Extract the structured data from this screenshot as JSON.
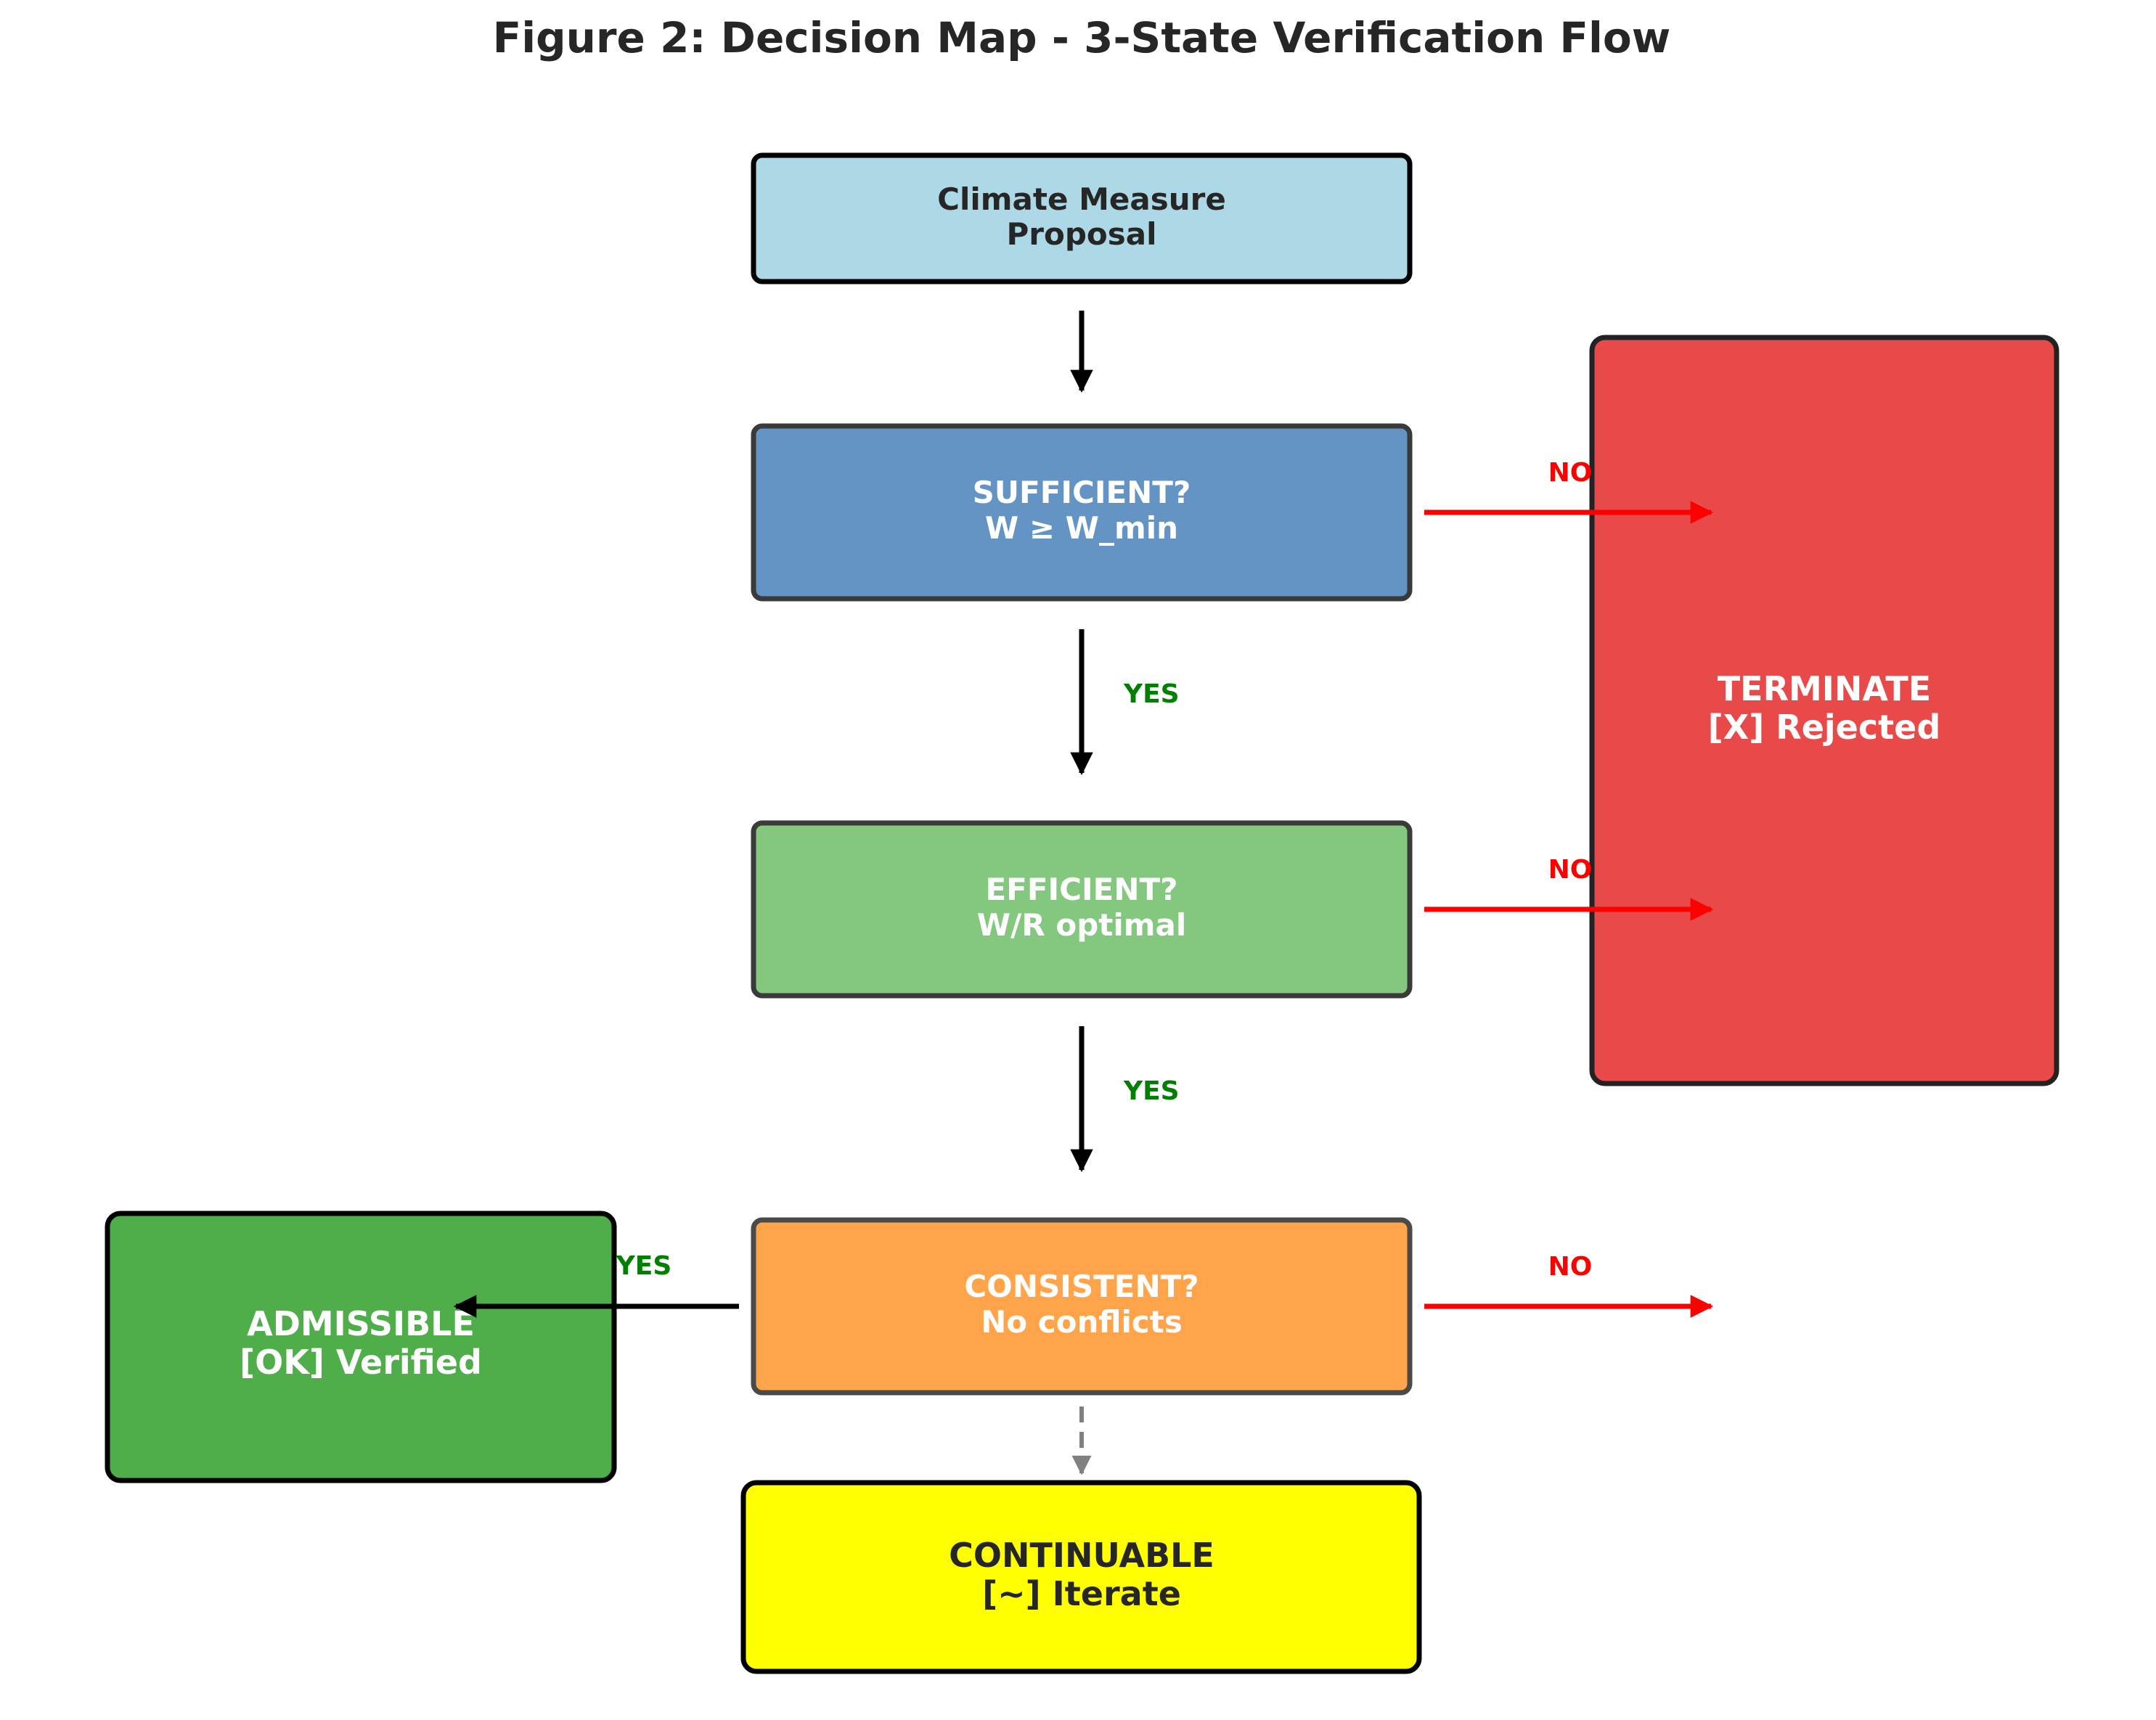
{
  "title": "Figure 2: Decision Map - 3-State Verification Flow",
  "colors": {
    "proposal": "#add8e6",
    "sufficient": "#6394c4",
    "efficient": "#84c77f",
    "consistent": "#ffa44a",
    "terminate": "#e84a4a",
    "admissible": "#4fae49",
    "continuable": "#ffff00",
    "yes": "#008000",
    "no": "#ff0000",
    "arrow": "#000000",
    "dashed": "#808080"
  },
  "nodes": {
    "proposal": {
      "line1": "Climate Measure",
      "line2": "Proposal"
    },
    "sufficient": {
      "line1": "SUFFICIENT?",
      "line2": "W ≥ W_min"
    },
    "efficient": {
      "line1": "EFFICIENT?",
      "line2": "W/R optimal"
    },
    "consistent": {
      "line1": "CONSISTENT?",
      "line2": "No conflicts"
    },
    "terminate": {
      "line1": "TERMINATE",
      "line2": "[X] Rejected"
    },
    "admissible": {
      "line1": "ADMISSIBLE",
      "line2": "[OK] Verified"
    },
    "continuable": {
      "line1": "CONTINUABLE",
      "line2": "[~] Iterate"
    }
  },
  "edge_labels": {
    "sufficient_yes": "YES",
    "efficient_yes": "YES",
    "consistent_yes": "YES",
    "sufficient_no": "NO",
    "efficient_no": "NO",
    "consistent_no": "NO"
  }
}
